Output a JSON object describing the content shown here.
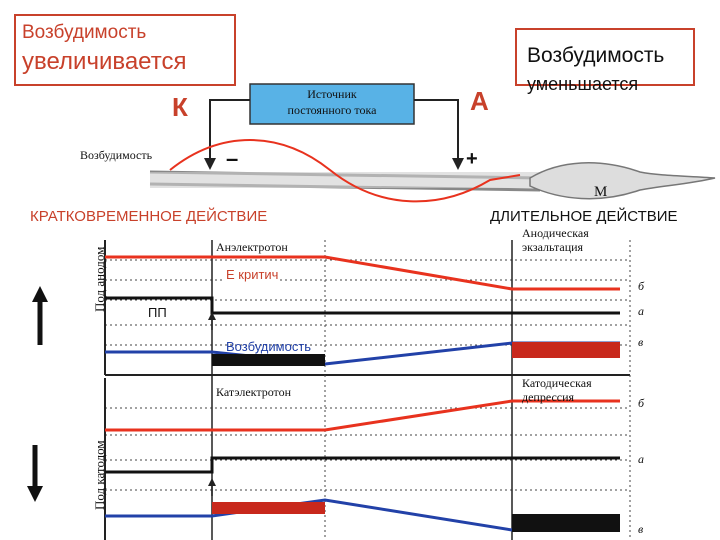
{
  "top_left": {
    "line1": "Возбудимость",
    "line2": "увеличивается",
    "letter": "К"
  },
  "top_right": {
    "line1": "Возбудимость",
    "line2": "уменьшается",
    "letter": "А"
  },
  "source": {
    "line1": "Источник",
    "line2": "постоянного тока"
  },
  "electrodes": {
    "minus": "–",
    "plus": "+"
  },
  "nerve": {
    "label": "Возбудимость",
    "muscle": "М"
  },
  "sections": {
    "short": "КРАТКОВРЕМЕННОЕ ДЕЙСТВИЕ",
    "long": "ДЛИТЕЛЬНОЕ ДЕЙСТВИЕ"
  },
  "anode": {
    "side_label": "Под анодом",
    "electroton": "Анэлектротон",
    "exaltation_line1": "Анодическая",
    "exaltation_line2": "экзальтация",
    "ecrit": "Е критич",
    "pp": "ПП",
    "excitability": "Возбудимость",
    "trace_labels": [
      "б",
      "а",
      "в"
    ]
  },
  "cathode": {
    "side_label": "Под катодом",
    "electroton": "Катэлектротон",
    "depression_line1": "Катодическая",
    "depression_line2": "депрессия",
    "trace_labels": [
      "б",
      "а",
      "в"
    ]
  },
  "colors": {
    "red": "#e8321e",
    "blue": "#2241a8",
    "black": "#111111",
    "dark_red": "#c8281c",
    "source_fill": "#58b2e6",
    "box_border": "#c8412b"
  }
}
